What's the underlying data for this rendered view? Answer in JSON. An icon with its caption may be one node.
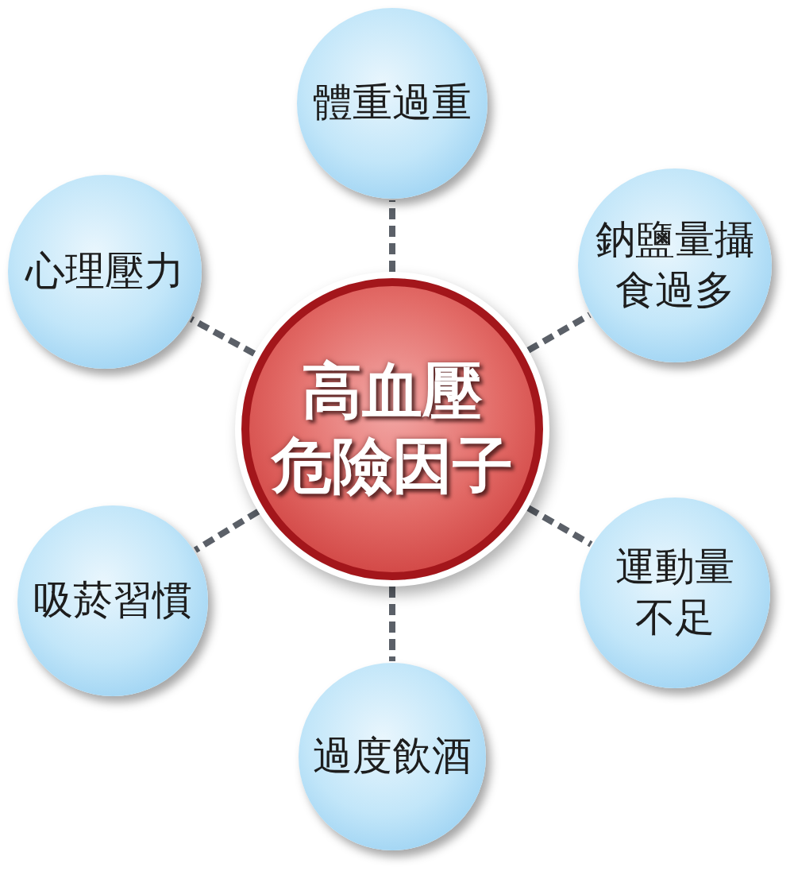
{
  "diagram": {
    "nodes": [
      {
        "text": [
          "高血壓危險因子"
        ]
      },
      {
        "text": [
          "體重過重"
        ]
      },
      {
        "text": [
          "鈉鹽量攝食過多"
        ]
      },
      {
        "text": [
          "運動量不足"
        ]
      },
      {
        "text": [
          "過度飲酒"
        ]
      },
      {
        "text": [
          "吸菸習慣"
        ]
      },
      {
        "text": [
          "心理壓力"
        ]
      }
    ],
    "edges": [
      {
        "from": 0,
        "to": 1,
        "arrow": "none",
        "style": "dashed"
      },
      {
        "from": 0,
        "to": 2,
        "arrow": "none",
        "style": "dashed"
      },
      {
        "from": 0,
        "to": 3,
        "arrow": "none",
        "style": "dashed"
      },
      {
        "from": 0,
        "to": 4,
        "arrow": "none",
        "style": "dashed"
      },
      {
        "from": 0,
        "to": 5,
        "arrow": "none",
        "style": "dashed"
      },
      {
        "from": 0,
        "to": 6,
        "arrow": "none",
        "style": "dashed"
      }
    ]
  }
}
